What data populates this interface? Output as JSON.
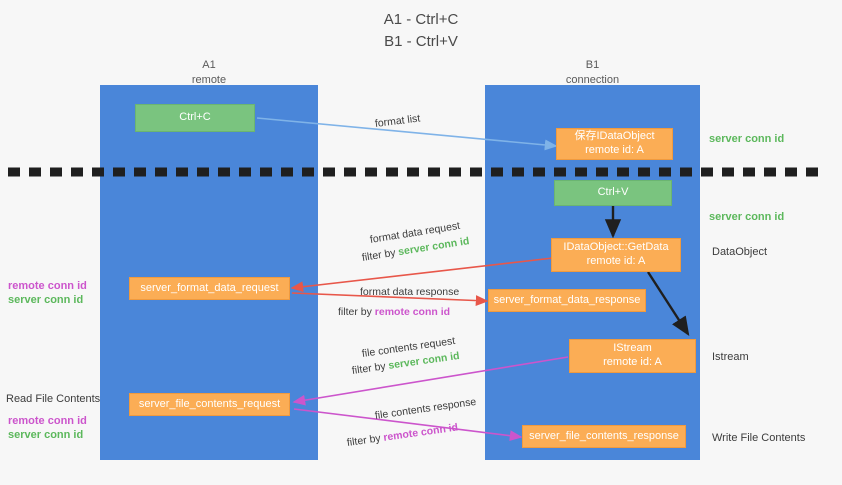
{
  "title": {
    "line1": "A1 - Ctrl+C",
    "line2": "B1 - Ctrl+V"
  },
  "colors": {
    "column": "#4a86d9",
    "orange": "#fbad55",
    "green": "#7ac47f",
    "server_conn_id": "#5cb85c",
    "remote_conn_id": "#cc55cc",
    "divider": "#1f1f1f",
    "arrow_blue": "#7fb3e8",
    "arrow_red": "#e8574a",
    "arrow_black": "#1f1f1f",
    "arrow_magenta": "#cc55cc",
    "background": "#f7f7f7"
  },
  "columns": [
    {
      "id": "a1",
      "title": "A1",
      "subtitle": "remote"
    },
    {
      "id": "b1",
      "title": "B1",
      "subtitle": "connection"
    }
  ],
  "nodes": [
    {
      "id": "ctrl-c",
      "kind": "green",
      "line1": "Ctrl+C",
      "line2": ""
    },
    {
      "id": "store-idataobject",
      "kind": "orange",
      "line1": "保存IDataObject",
      "line2": "remote id: A"
    },
    {
      "id": "ctrl-v",
      "kind": "green",
      "line1": "Ctrl+V",
      "line2": ""
    },
    {
      "id": "idataobject-getdata",
      "kind": "orange",
      "line1": "IDataObject::GetData",
      "line2": "remote id: A"
    },
    {
      "id": "format-data-request",
      "kind": "orange",
      "line1": "server_format_data_request",
      "line2": ""
    },
    {
      "id": "format-data-response",
      "kind": "orange",
      "line1": "server_format_data_response",
      "line2": ""
    },
    {
      "id": "istream",
      "kind": "orange",
      "line1": "IStream",
      "line2": "remote id: A"
    },
    {
      "id": "file-contents-request",
      "kind": "orange",
      "line1": "server_file_contents_request",
      "line2": ""
    },
    {
      "id": "file-contents-response",
      "kind": "orange",
      "line1": "server_file_contents_response",
      "line2": ""
    }
  ],
  "edge_labels": {
    "format_list": "format list",
    "format_data_request": "format data request",
    "format_data_response": "format data response",
    "file_contents_request": "file contents request",
    "file_contents_response": "file contents response",
    "filter_by": "filter by",
    "server_conn_id": "server conn id",
    "remote_conn_id": "remote conn id"
  },
  "right_labels": [
    {
      "id": "server-conn-id-top",
      "text": "server conn id",
      "style": "green"
    },
    {
      "id": "server-conn-id-mid",
      "text": "server conn id",
      "style": "green"
    },
    {
      "id": "dataobject",
      "text": "DataObject",
      "style": "dark"
    },
    {
      "id": "istream-label",
      "text": "Istream",
      "style": "dark"
    },
    {
      "id": "write-file-contents",
      "text": "Write File Contents",
      "style": "dark"
    }
  ],
  "left_labels": [
    {
      "id": "legend-remote-top",
      "text": "remote conn id",
      "style": "magenta"
    },
    {
      "id": "legend-server-top",
      "text": "server conn id",
      "style": "green"
    },
    {
      "id": "read-file-contents",
      "text": "Read File Contents",
      "style": "dark"
    },
    {
      "id": "legend-remote-bottom",
      "text": "remote conn id",
      "style": "magenta"
    },
    {
      "id": "legend-server-bottom",
      "text": "server conn id",
      "style": "green"
    }
  ]
}
